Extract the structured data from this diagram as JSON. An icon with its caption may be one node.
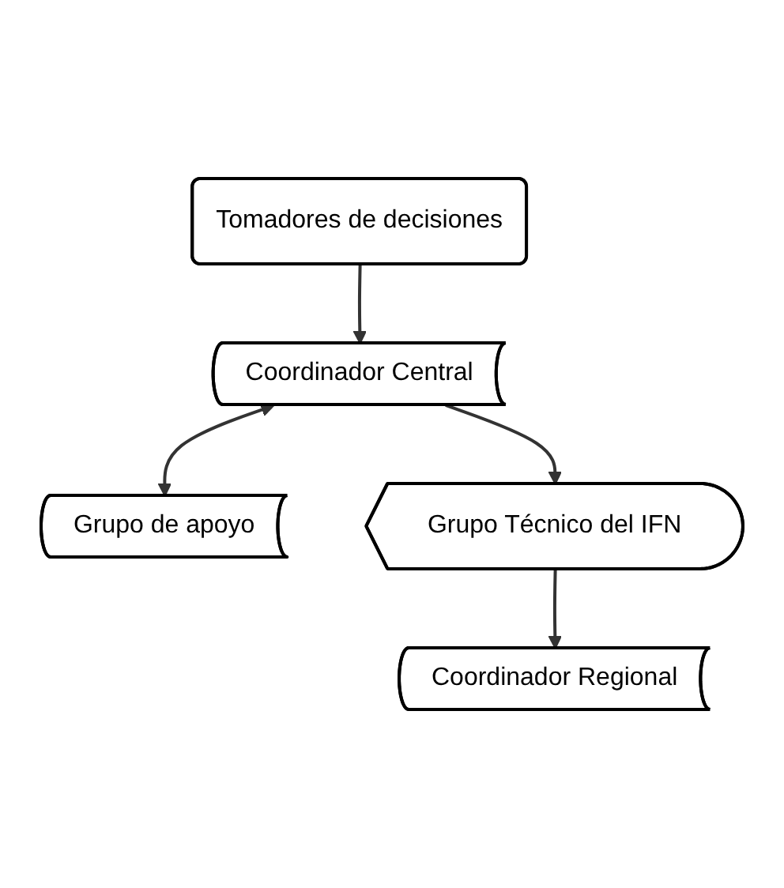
{
  "diagram": {
    "nodes": [
      {
        "text": [
          "Tomadores de decisiones"
        ]
      },
      {
        "text": [
          "Coordinador Central"
        ]
      },
      {
        "text": [
          "Grupo de apoyo"
        ]
      },
      {
        "text": [
          "Grupo Técnico del IFN"
        ]
      },
      {
        "text": [
          "Coordinador Regional"
        ]
      }
    ],
    "edges": [
      {
        "from": 0,
        "to": 1,
        "arrow": "to"
      },
      {
        "from": 1,
        "to": 2,
        "arrow": "both"
      },
      {
        "from": 1,
        "to": 3,
        "arrow": "to"
      },
      {
        "from": 3,
        "to": 4,
        "arrow": "to"
      }
    ]
  }
}
